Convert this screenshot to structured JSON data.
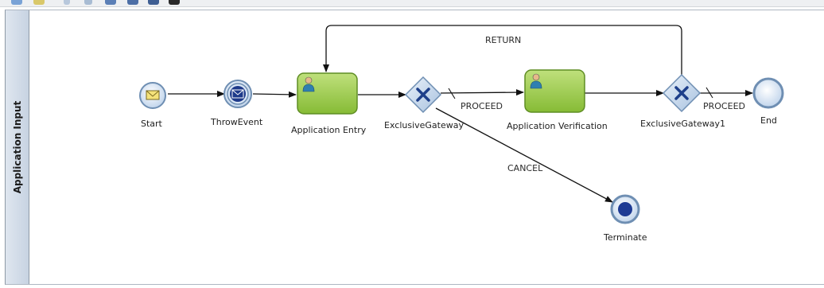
{
  "lane": {
    "title": "Application Input"
  },
  "nodes": {
    "start": {
      "label": "Start"
    },
    "throw_event": {
      "label": "ThrowEvent"
    },
    "application_entry": {
      "label": "Application Entry"
    },
    "gateway1": {
      "label": "ExclusiveGateway"
    },
    "application_verification": {
      "label": "Application Verification"
    },
    "gateway2": {
      "label": "ExclusiveGateway1"
    },
    "end": {
      "label": "End"
    },
    "terminate": {
      "label": "Terminate"
    }
  },
  "flows": {
    "return": "RETURN",
    "proceed1": "PROCEED",
    "proceed2": "PROCEED",
    "cancel": "CANCEL"
  },
  "colors": {
    "task_fill": "#9ccc4a",
    "task_border": "#5f8d24",
    "event_fill": "#d5e4f4",
    "event_border": "#6f8fb3",
    "gateway_fill": "#cfe0f1",
    "gateway_x": "#1e3f8a",
    "terminate_dot": "#1d3a94"
  },
  "icons": {
    "start_trigger": "envelope-icon",
    "throw_trigger": "filled-envelope-icon",
    "task_type": "user-icon",
    "gateway_marker": "x-icon"
  }
}
